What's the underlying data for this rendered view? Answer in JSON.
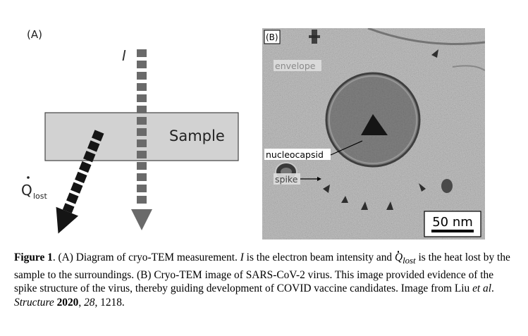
{
  "panel_a": {
    "label": "(A)",
    "intensity_symbol": "I",
    "sample_label": "Sample",
    "heat_symbol": "Q",
    "heat_subscript": "lost"
  },
  "panel_b": {
    "label": "(B)",
    "annotations": {
      "envelope": "envelope",
      "nucleocapsid": "nucleocapsid",
      "spike": "spike"
    },
    "scale_bar": "50 nm"
  },
  "caption": {
    "figure_label": "Figure 1",
    "part1": ". (A) Diagram of cryo-TEM measurement. ",
    "intensity_symbol": "I",
    "part2": " is the electron beam intensity and ",
    "heat_symbol": "Q",
    "heat_subscript": "lost",
    "part3": " is the heat lost by the sample to the surroundings. (B) Cryo-TEM image of SARS-CoV-2 virus. This image provided evidence of the spike structure of the virus, thereby guiding development of COVID vaccine candidates. Image from Liu ",
    "et_al": "et al",
    "part4": ". ",
    "journal": "Structure",
    "year": "2020",
    "part5": ", ",
    "volume": "28",
    "part6": ", 1218."
  }
}
